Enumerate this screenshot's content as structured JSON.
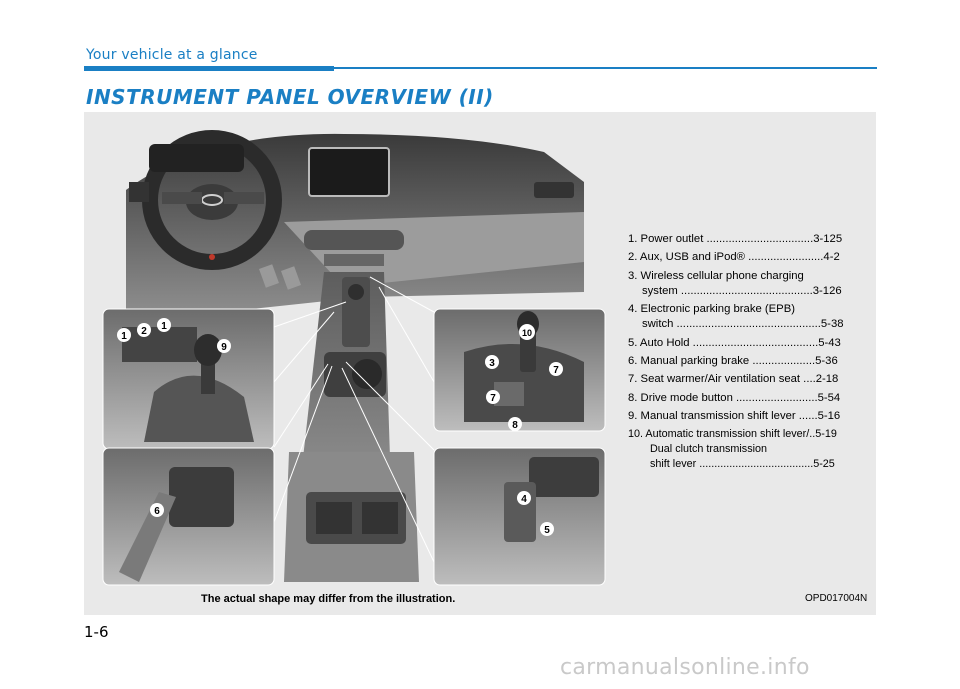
{
  "header": {
    "section": "Your vehicle at a glance",
    "title": "INSTRUMENT PANEL OVERVIEW (II)"
  },
  "legend": {
    "item1": "1. Power outlet ..................................3-125",
    "item2": "2. Aux, USB and iPod® ........................4-2",
    "item3a": "3. Wireless cellular phone charging",
    "item3b": "system ..........................................3-126",
    "item4a": "4. Electronic parking brake (EPB)",
    "item4b": "switch ..............................................5-38",
    "item5": "5. Auto Hold ........................................5-43",
    "item6": "6. Manual parking brake ....................5-36",
    "item7": "7. Seat warmer/Air ventilation seat ....2-18",
    "item8": "8. Drive mode button ..........................5-54",
    "item9": "9. Manual transmission shift lever ......5-16",
    "item10a": "10. Automatic transmission shift lever/..5-19",
    "item10b": "Dual clutch transmission",
    "item10c": "shift lever ......................................5-25"
  },
  "callouts": {
    "c1a": "1",
    "c2": "2",
    "c1b": "1",
    "c9": "9",
    "c6": "6",
    "c10": "10",
    "c3": "3",
    "c7a": "7",
    "c7b": "7",
    "c8": "8",
    "c4": "4",
    "c5": "5"
  },
  "footer": {
    "disclaimer": "The actual shape may differ from the illustration.",
    "code": "OPD017004N",
    "page": "1-6"
  },
  "watermark": "carmanualsonline.info",
  "colors": {
    "accent": "#1a7fc4",
    "panel_bg": "#e9e9e9"
  }
}
